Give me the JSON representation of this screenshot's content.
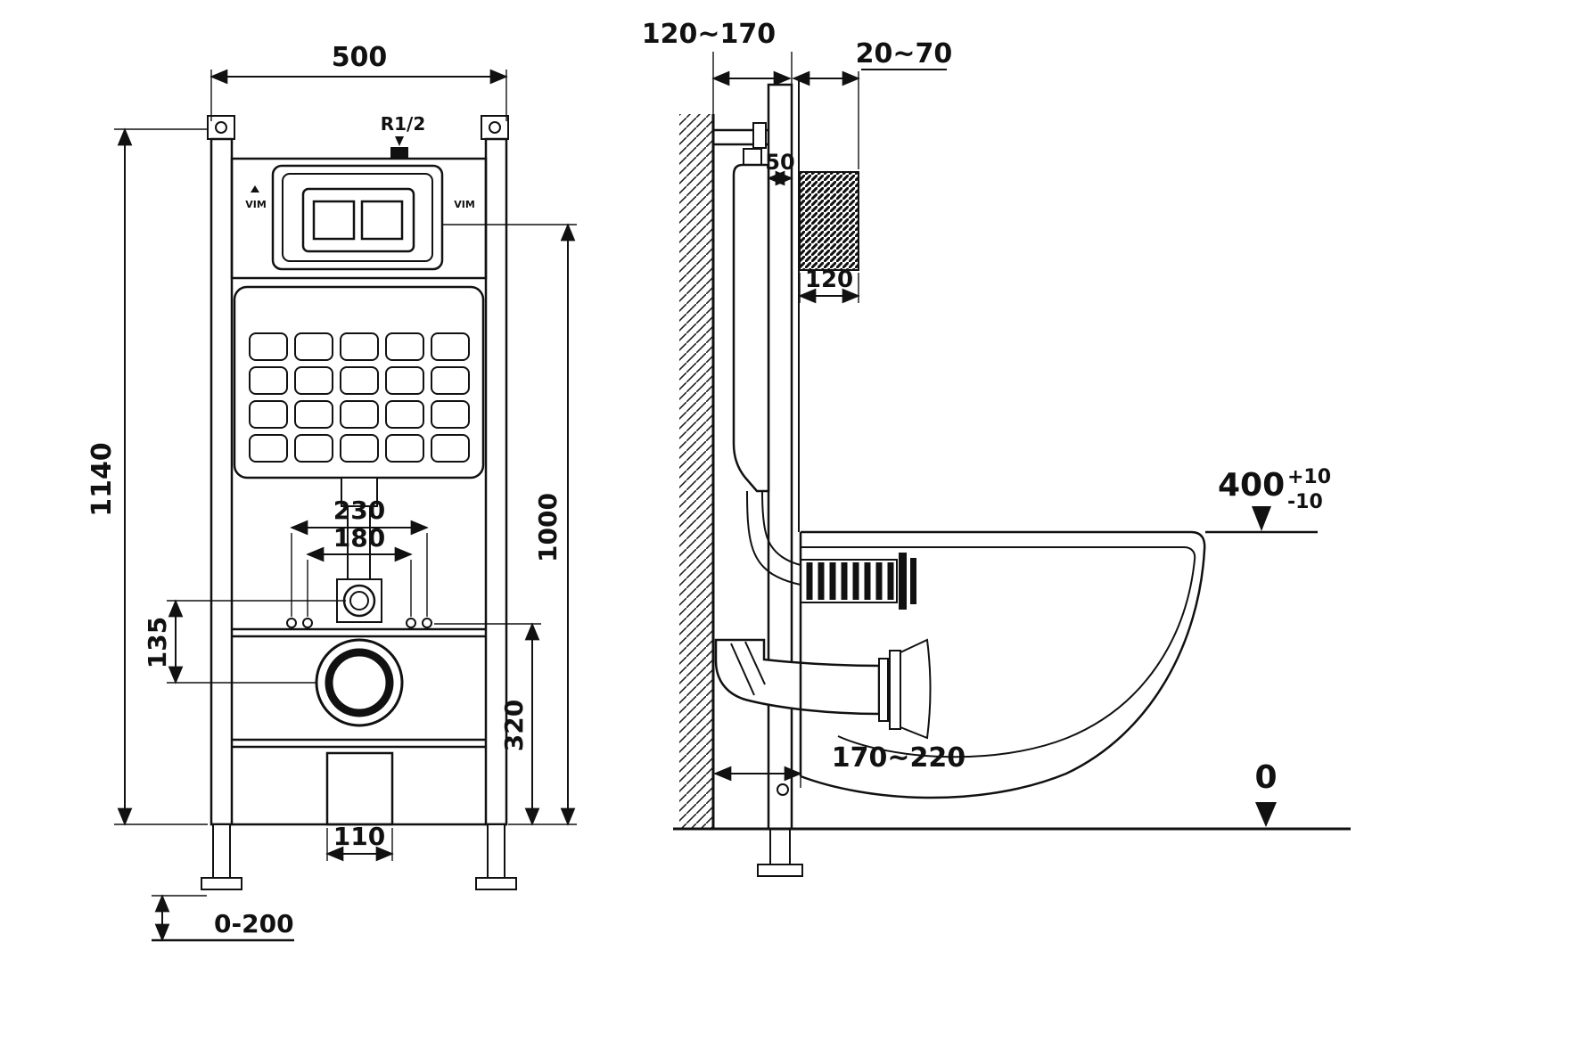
{
  "drawing": {
    "title": "Wall-hung toilet concealed cistern frame installation drawing",
    "colors": {
      "line": "#111111",
      "background": "#ffffff"
    }
  },
  "front": {
    "dim_width_top": "500",
    "dim_height_overall": "1140",
    "dim_height_flush_center": "1000",
    "dim_fixing_outer": "230",
    "dim_fixing_inner": "180",
    "dim_offset_vertical": "135",
    "dim_drain_center_height": "320",
    "dim_outlet_width": "110",
    "dim_foot_adjust": "0-200",
    "label_water_inlet": "R1/2",
    "label_brand_left": "VIM",
    "label_brand_right": "VIM"
  },
  "side": {
    "dim_frame_depth": "120~170",
    "dim_wall_finish": "20~70",
    "dim_bracket": "50",
    "dim_plate_depth": "120",
    "dim_bowl_top_height": "400",
    "dim_bowl_top_tol_plus": "+10",
    "dim_bowl_top_tol_minus": "-10",
    "dim_outlet_distance": "170~220",
    "dim_floor_level": "0"
  }
}
